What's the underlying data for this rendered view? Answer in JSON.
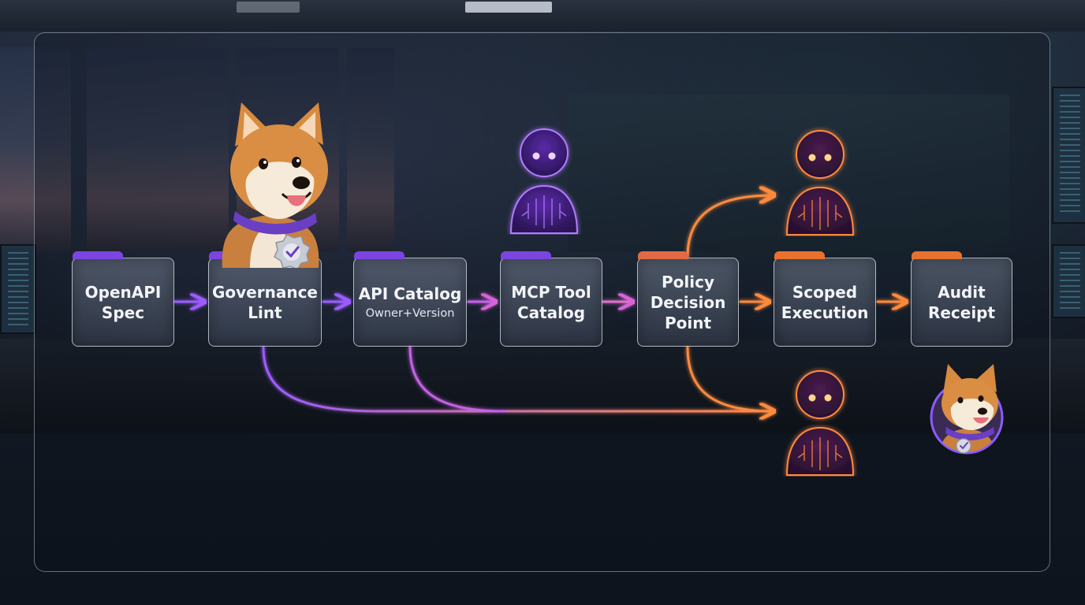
{
  "pipeline": {
    "nodes": [
      {
        "id": "openapi",
        "label": "OpenAPI\nSpec",
        "sub": ""
      },
      {
        "id": "lint",
        "label": "Governance\nLint",
        "sub": ""
      },
      {
        "id": "catalog",
        "label": "API Catalog",
        "sub": "Owner+Version"
      },
      {
        "id": "mcp",
        "label": "MCP Tool\nCatalog",
        "sub": ""
      },
      {
        "id": "pdp",
        "label": "Policy\nDecision\nPoint",
        "sub": ""
      },
      {
        "id": "exec",
        "label": "Scoped\nExecution",
        "sub": ""
      },
      {
        "id": "audit",
        "label": "Audit\nReceipt",
        "sub": ""
      }
    ]
  },
  "colors": {
    "purple": "#9b5cff",
    "orange": "#ff8a3d",
    "tab_purple": "#7b45e0",
    "tab_orange": "#e8722e",
    "node_border": "#e1e6f0"
  },
  "icons": [
    "shiba-mascot",
    "verified-badge-icon",
    "robot-agent-icon"
  ]
}
